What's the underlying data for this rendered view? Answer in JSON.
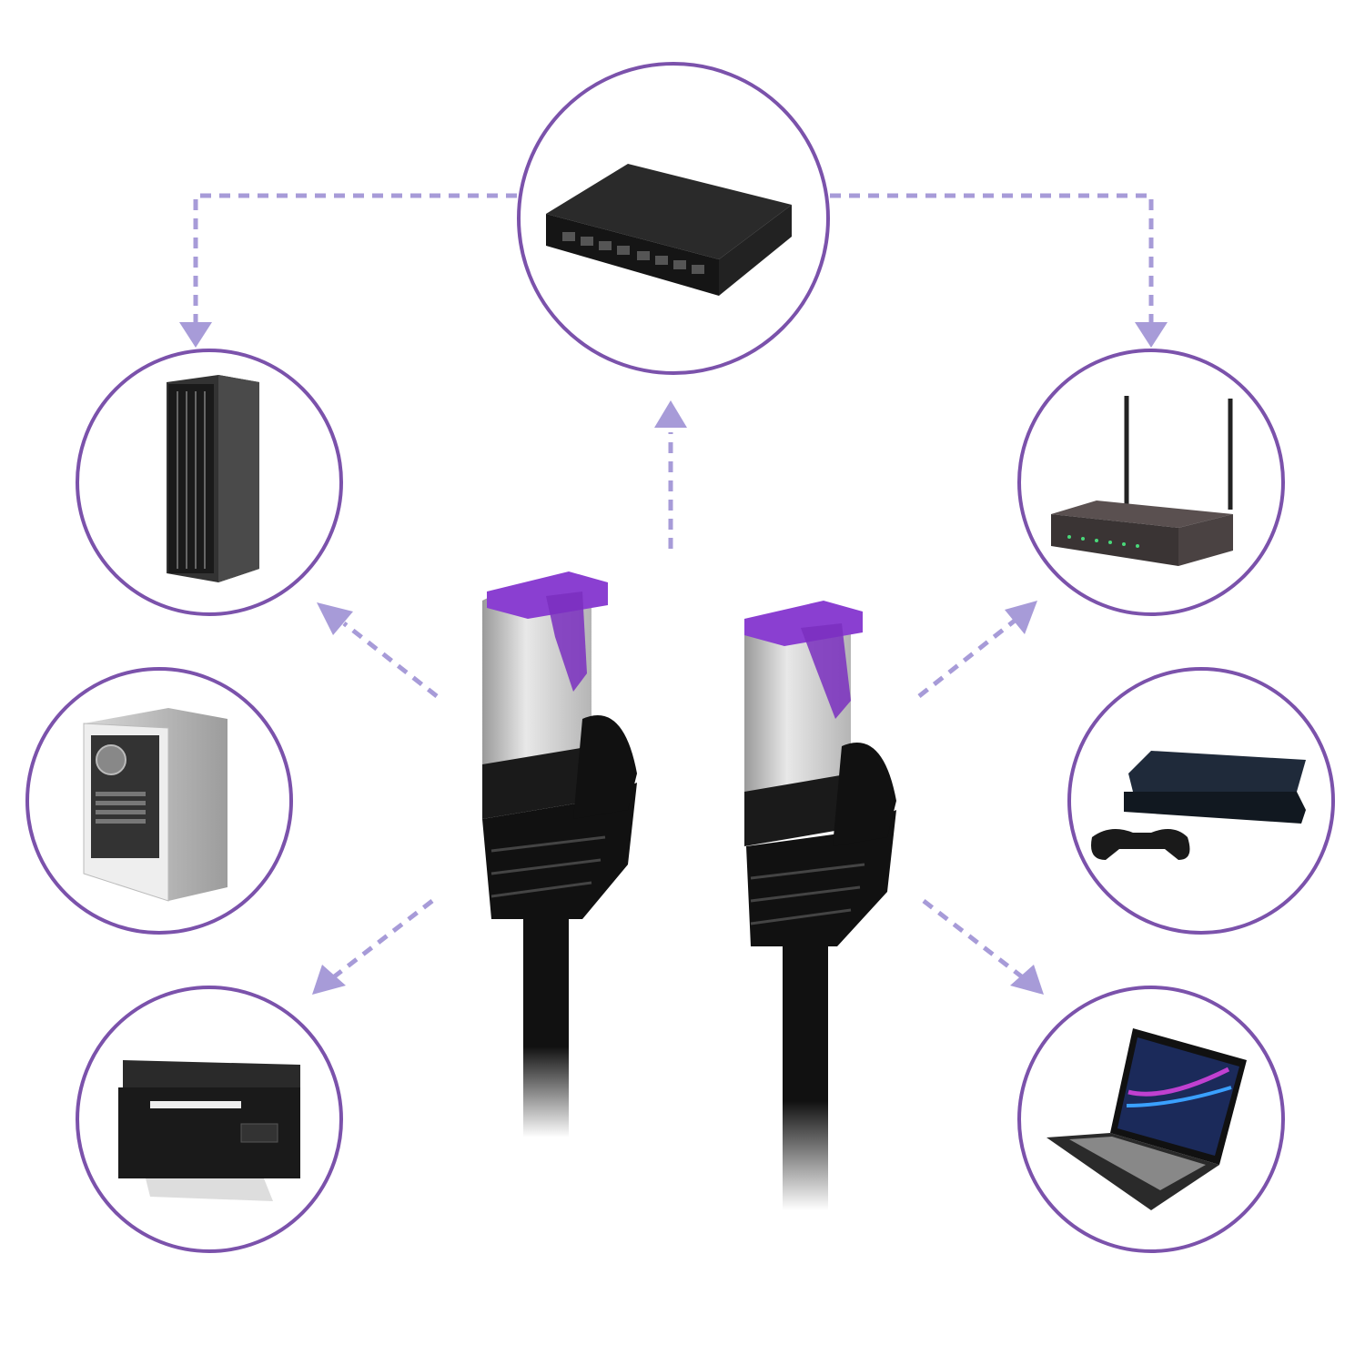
{
  "colors": {
    "circle_stroke": "#7b52ab",
    "dashed_connector": "#a79bd8",
    "connector_boot": "#111111",
    "connector_shield": "#c9c9c9",
    "connector_clip": "#8a3fd1",
    "background": "#ffffff"
  },
  "nodes": [
    {
      "id": "switch",
      "icon": "network-switch-icon"
    },
    {
      "id": "server",
      "icon": "server-rack-icon"
    },
    {
      "id": "router",
      "icon": "wifi-router-icon"
    },
    {
      "id": "desktop",
      "icon": "desktop-pc-icon"
    },
    {
      "id": "console",
      "icon": "game-console-icon"
    },
    {
      "id": "printer",
      "icon": "printer-icon"
    },
    {
      "id": "laptop",
      "icon": "laptop-icon"
    }
  ],
  "cable": {
    "icon": "rj45-ethernet-connector-icon",
    "count": 2
  }
}
